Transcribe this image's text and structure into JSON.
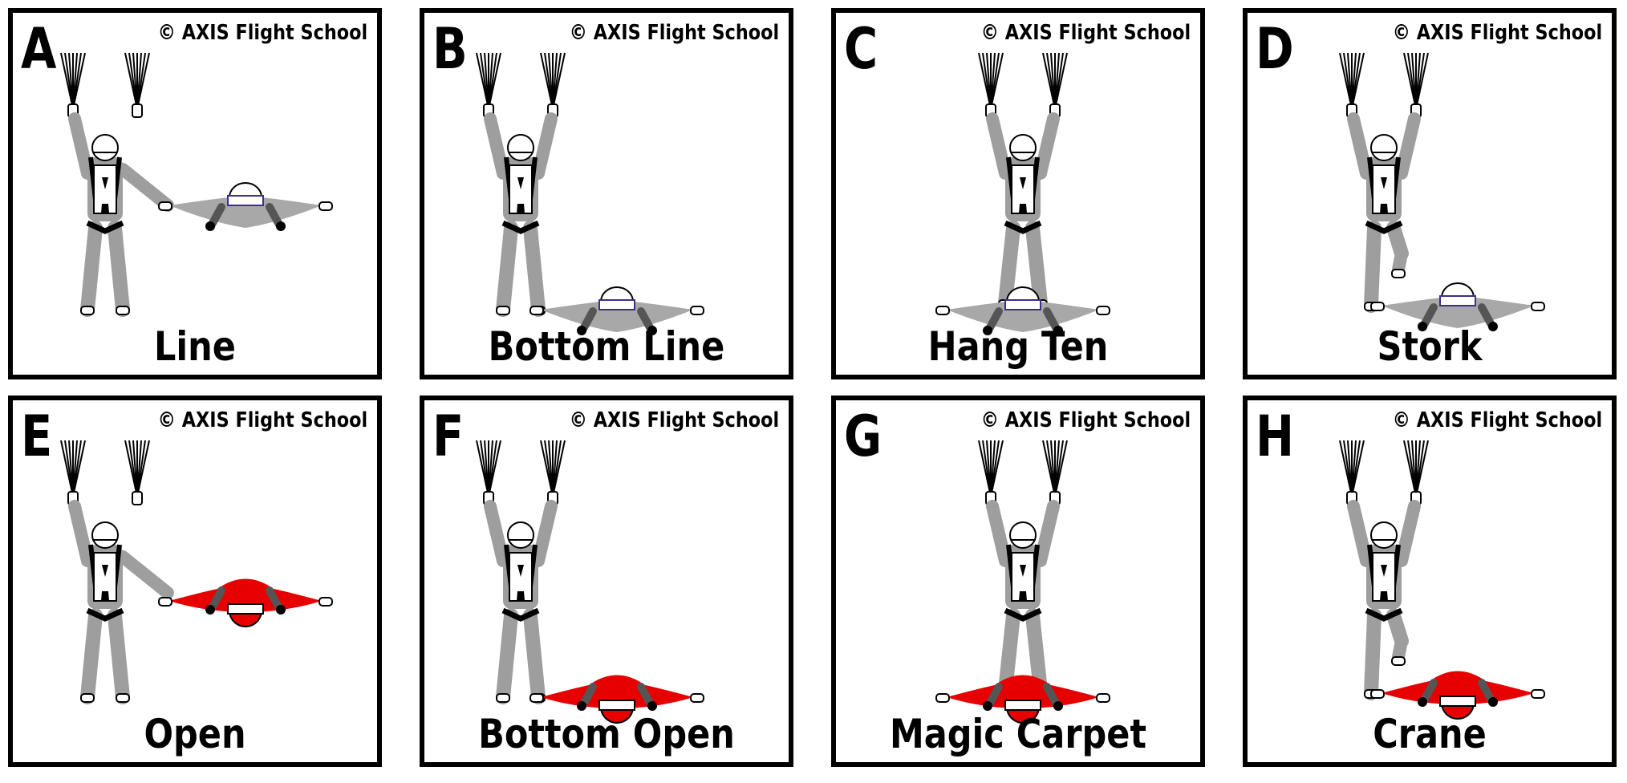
{
  "copyright": "© AXIS Flight School",
  "panels": [
    {
      "letter": "A",
      "title": "Line",
      "pose": "line",
      "grip": "hand",
      "wing": "gray"
    },
    {
      "letter": "B",
      "title": "Bottom Line",
      "pose": "standing",
      "grip": "foot",
      "wing": "gray"
    },
    {
      "letter": "C",
      "title": "Hang Ten",
      "pose": "standing",
      "grip": "both-feet",
      "wing": "gray"
    },
    {
      "letter": "D",
      "title": "Stork",
      "pose": "stork",
      "grip": "foot",
      "wing": "gray"
    },
    {
      "letter": "E",
      "title": "Open",
      "pose": "line",
      "grip": "hand",
      "wing": "red"
    },
    {
      "letter": "F",
      "title": "Bottom Open",
      "pose": "standing",
      "grip": "foot",
      "wing": "red"
    },
    {
      "letter": "G",
      "title": "Magic Carpet",
      "pose": "standing",
      "grip": "both-feet",
      "wing": "red"
    },
    {
      "letter": "H",
      "title": "Crane",
      "pose": "stork",
      "grip": "foot",
      "wing": "red"
    }
  ],
  "colors": {
    "body": "#9e9e9e",
    "wing_gray": "#a8a8a8",
    "wing_red": "#e60000",
    "harness": "#000000",
    "outline": "#000000"
  }
}
